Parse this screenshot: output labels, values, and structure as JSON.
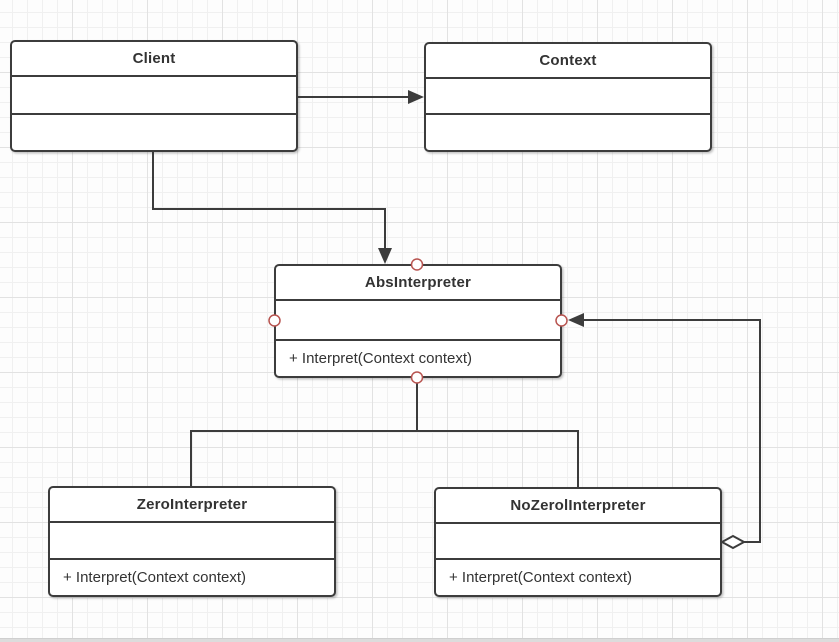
{
  "canvas": {
    "background": "#fdfdfd",
    "grid_minor_color": "#f0f0f0",
    "grid_major_color": "#e2e2e2"
  },
  "palette": {
    "line_color": "#3c3c3c",
    "box_border_color": "#3c3c3c",
    "box_fill_color": "#ffffff",
    "text_color": "#333333",
    "anchor_handle_color": "#b85450"
  },
  "classes": [
    {
      "name": "Client",
      "attributes": "",
      "methods": ""
    },
    {
      "name": "Context",
      "attributes": "",
      "methods": ""
    },
    {
      "name": "AbsInterpreter",
      "attributes": "",
      "methods": "+ Interpret(Context context)"
    },
    {
      "name": "ZeroInterpreter",
      "attributes": "",
      "methods": "+ Interpret(Context context)"
    },
    {
      "name": "NoZerolInterpreter",
      "attributes": "",
      "methods": "+ Interpret(Context context)"
    }
  ],
  "relations": [
    {
      "from": "Client",
      "to": "Context",
      "type": "directed-association",
      "arrow": "filled-triangle"
    },
    {
      "from": "Client",
      "to": "AbsInterpreter",
      "type": "directed-association",
      "arrow": "filled-triangle"
    },
    {
      "from": "AbsInterpreter",
      "to": "ZeroInterpreter",
      "type": "plain-line"
    },
    {
      "from": "AbsInterpreter",
      "to": "NoZerolInterpreter",
      "type": "plain-line"
    },
    {
      "from": "NoZerolInterpreter",
      "to": "AbsInterpreter",
      "type": "aggregation",
      "diamond_end": "NoZerolInterpreter",
      "arrow": "filled-triangle"
    }
  ],
  "selection_handles": {
    "on_class": "AbsInterpreter",
    "positions": [
      "top",
      "left",
      "right",
      "bottom"
    ]
  }
}
